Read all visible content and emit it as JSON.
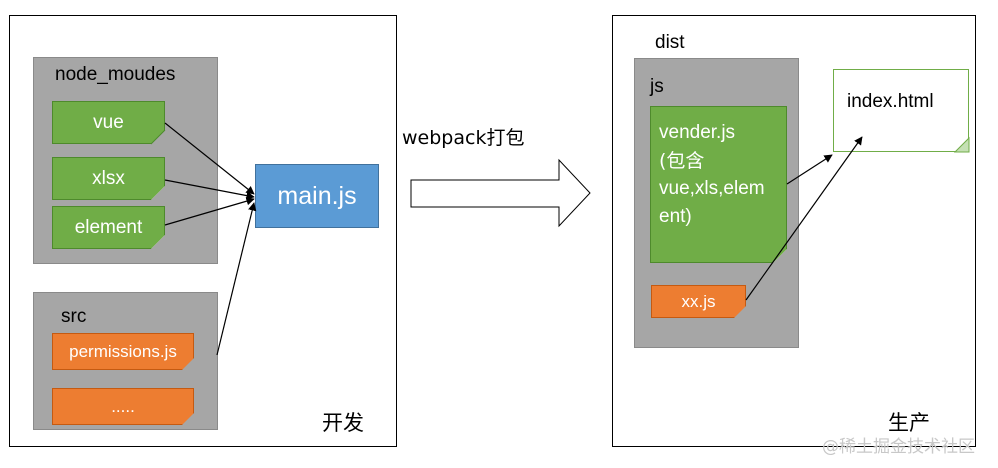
{
  "dev": {
    "area_label": "开发",
    "node_modules": {
      "title": "node_moudes",
      "items": [
        "vue",
        "xlsx",
        "element"
      ]
    },
    "src": {
      "title": "src",
      "items": [
        "permissions.js",
        "....."
      ]
    },
    "entry": "main.js"
  },
  "build": {
    "label": "webpack打包"
  },
  "prod": {
    "area_label": "生产",
    "dist_title": "dist",
    "js_folder": {
      "title": "js",
      "vendor_line1": "vender.js",
      "vendor_line2": "(包含",
      "vendor_line3": "vue,xls,elem",
      "vendor_line4": "ent)",
      "bundle": "xx.js"
    },
    "html_file": "index.html"
  },
  "watermark": "@稀土掘金技术社区",
  "colors": {
    "green": "#70ad47",
    "orange": "#ed7d31",
    "blue": "#5b9bd5",
    "gray": "#a6a6a6"
  }
}
